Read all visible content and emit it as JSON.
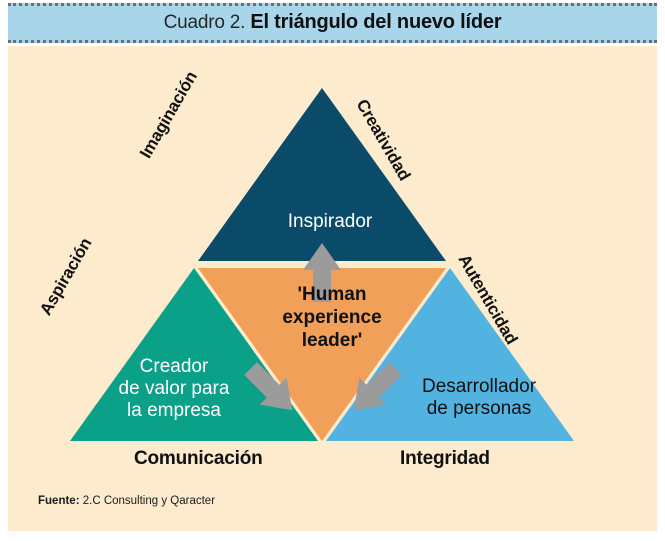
{
  "header": {
    "title_prefix": "Cuadro 2. ",
    "title_main": "El triángulo del nuevo líder",
    "band_color": "#a9d5ea"
  },
  "panel": {
    "background_color": "#fcebcd"
  },
  "diagram": {
    "type": "triangle-framework",
    "vertices": [
      {
        "id": "top",
        "label": "Inspirador",
        "color": "#0a4b69",
        "text_color": "#ffffff"
      },
      {
        "id": "left",
        "label": "Creador\nde valor para\nla empresa",
        "color": "#0ba189",
        "text_color": "#ffffff"
      },
      {
        "id": "right",
        "label": "Desarrollador\nde personas",
        "color": "#53b3e0",
        "text_color": "#111111"
      }
    ],
    "center": {
      "id": "center",
      "label": "'Human\nexperience\nleader'",
      "color": "#f0a058",
      "text_color": "#111111"
    },
    "side_labels": {
      "upper_left": "Imaginación",
      "upper_right": "Creatividad",
      "lower_left": "Aspiración",
      "lower_right": "Autenticidad",
      "base_left": "Comunicación",
      "base_right": "Integridad"
    },
    "arrows": {
      "color": "#9b9b9b",
      "items": [
        {
          "name": "arrow-up",
          "direction": "up",
          "from": "center",
          "to": "top"
        },
        {
          "name": "arrow-down-left",
          "direction": "down-left",
          "from": "center",
          "to": "left"
        },
        {
          "name": "arrow-down-right",
          "direction": "down-right",
          "from": "center",
          "to": "right"
        }
      ]
    }
  },
  "footer": {
    "source_label": "Fuente:",
    "source_value": " 2.C Consulting y Qaracter"
  }
}
